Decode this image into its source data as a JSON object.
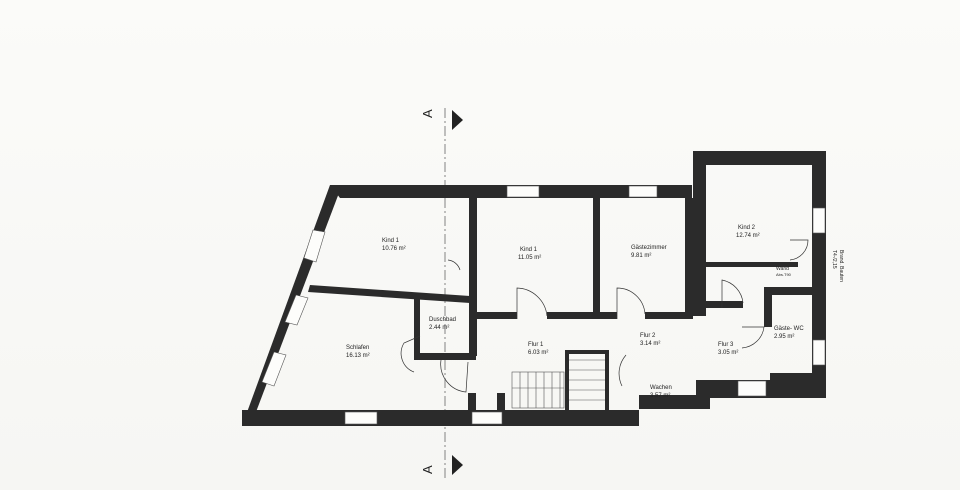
{
  "section_marks": {
    "top": "A",
    "bottom": "A"
  },
  "rooms": [
    {
      "name": "Kind 1",
      "area": "10.76 m²"
    },
    {
      "name": "Kind 1",
      "area": "11.05 m²"
    },
    {
      "name": "Gästezimmer",
      "area": "9.81 m²"
    },
    {
      "name": "Kind 2",
      "area": "12.74 m²"
    },
    {
      "name": "Schlafen",
      "area": "16.13 m²"
    },
    {
      "name": "Duschbad",
      "area": "2.44 m²"
    },
    {
      "name": "Flur 1",
      "area": "6.03 m²"
    },
    {
      "name": "Flur 2",
      "area": "3.14 m²"
    },
    {
      "name": "Flur 3",
      "area": "3.05 m²"
    },
    {
      "name": "Gäste- WC",
      "area": "2.95 m²"
    },
    {
      "name": "Wachen",
      "area": "3.57 m²"
    }
  ],
  "small_labels": {
    "wall_note": "Wand",
    "wall_sub": "Abs.T90",
    "side_note": "T4-/2,15",
    "side_note2": "Brand. Bauten"
  },
  "colors": {
    "wall": "#2b2b2b",
    "paper": "#fdfdfb"
  }
}
